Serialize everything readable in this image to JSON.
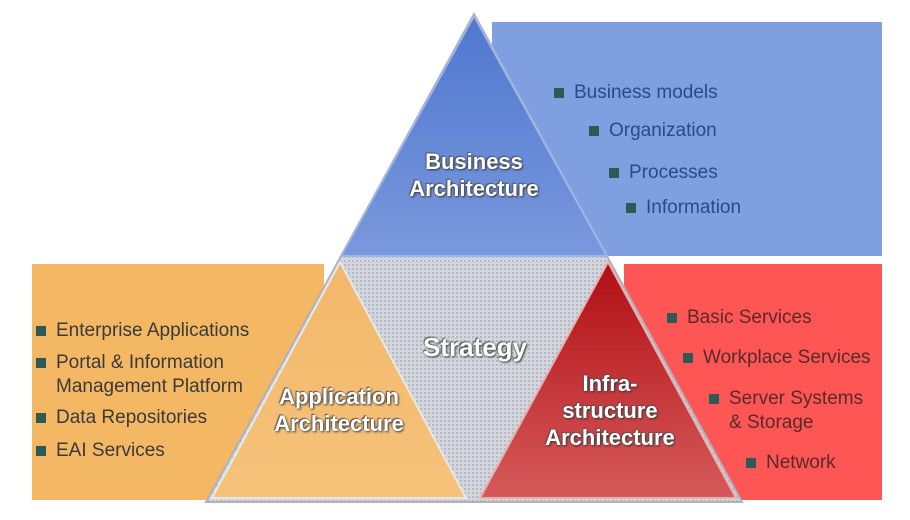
{
  "business": {
    "title_line1": "Business",
    "title_line2": "Architecture",
    "items": [
      "Business models",
      "Organization",
      "Processes",
      "Information"
    ]
  },
  "application": {
    "title_line1": "Application",
    "title_line2": "Architecture",
    "items": [
      {
        "line1": "Enterprise Applications",
        "line2": ""
      },
      {
        "line1": "Portal & Information",
        "line2": "Management Platform"
      },
      {
        "line1": "Data Repositories",
        "line2": ""
      },
      {
        "line1": "EAI Services",
        "line2": ""
      }
    ]
  },
  "infrastructure": {
    "title_line1": "Infra-",
    "title_line2": "structure",
    "title_line3": "Architecture",
    "items": [
      {
        "line1": "Basic Services",
        "line2": ""
      },
      {
        "line1": "Workplace Services",
        "line2": ""
      },
      {
        "line1": "Server Systems",
        "line2": "& Storage"
      },
      {
        "line1": "Network",
        "line2": ""
      }
    ]
  },
  "center": {
    "label": "Strategy"
  },
  "colors": {
    "blue_panel": "#7f9fe0",
    "orange_panel": "#f4b865",
    "red_panel": "#fe5555",
    "bullet": "#2e5a56"
  }
}
